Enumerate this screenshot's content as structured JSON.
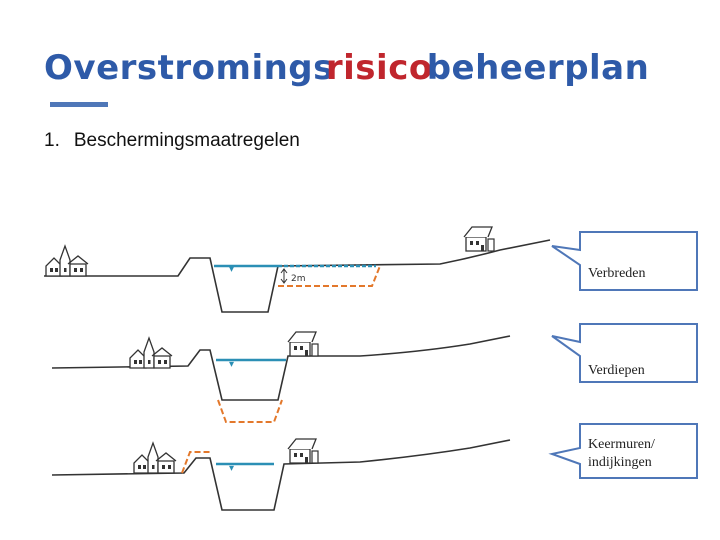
{
  "slide": {
    "title_part1": "Overstromings",
    "title_part2": "risico",
    "title_part3": "beheerplan",
    "section_number": "1.",
    "section_title": "Beschermingsmaatregelen"
  },
  "colors": {
    "title_blue": "#2e5aa8",
    "title_red": "#c0262d",
    "water": "#2b8fb5",
    "measure_orange": "#e3782b",
    "callout_border": "#4f77b8",
    "ground": "#333333"
  },
  "diagram": {
    "row1_dimension_label": "2m",
    "callouts": [
      {
        "label": "Verbreden"
      },
      {
        "label": "Verdiepen"
      },
      {
        "label": "Keermuren/ indijkingen"
      }
    ],
    "icons": [
      "church-icon",
      "house-icon"
    ]
  }
}
